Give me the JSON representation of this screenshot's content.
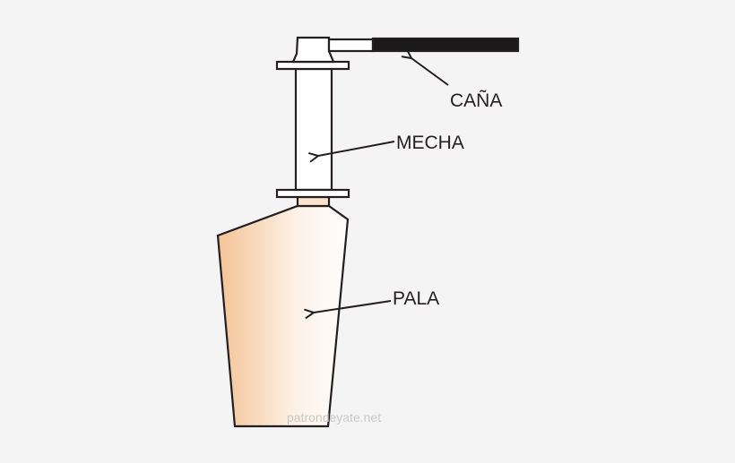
{
  "labels": {
    "cana": "CAÑA",
    "mecha": "MECHA",
    "pala": "PALA"
  },
  "watermark": "patrondeyate.net",
  "colors": {
    "background": "#f4f4f4",
    "blade_start": "#f3c396",
    "blade_end": "#ffffff",
    "stroke": "#231f20"
  }
}
